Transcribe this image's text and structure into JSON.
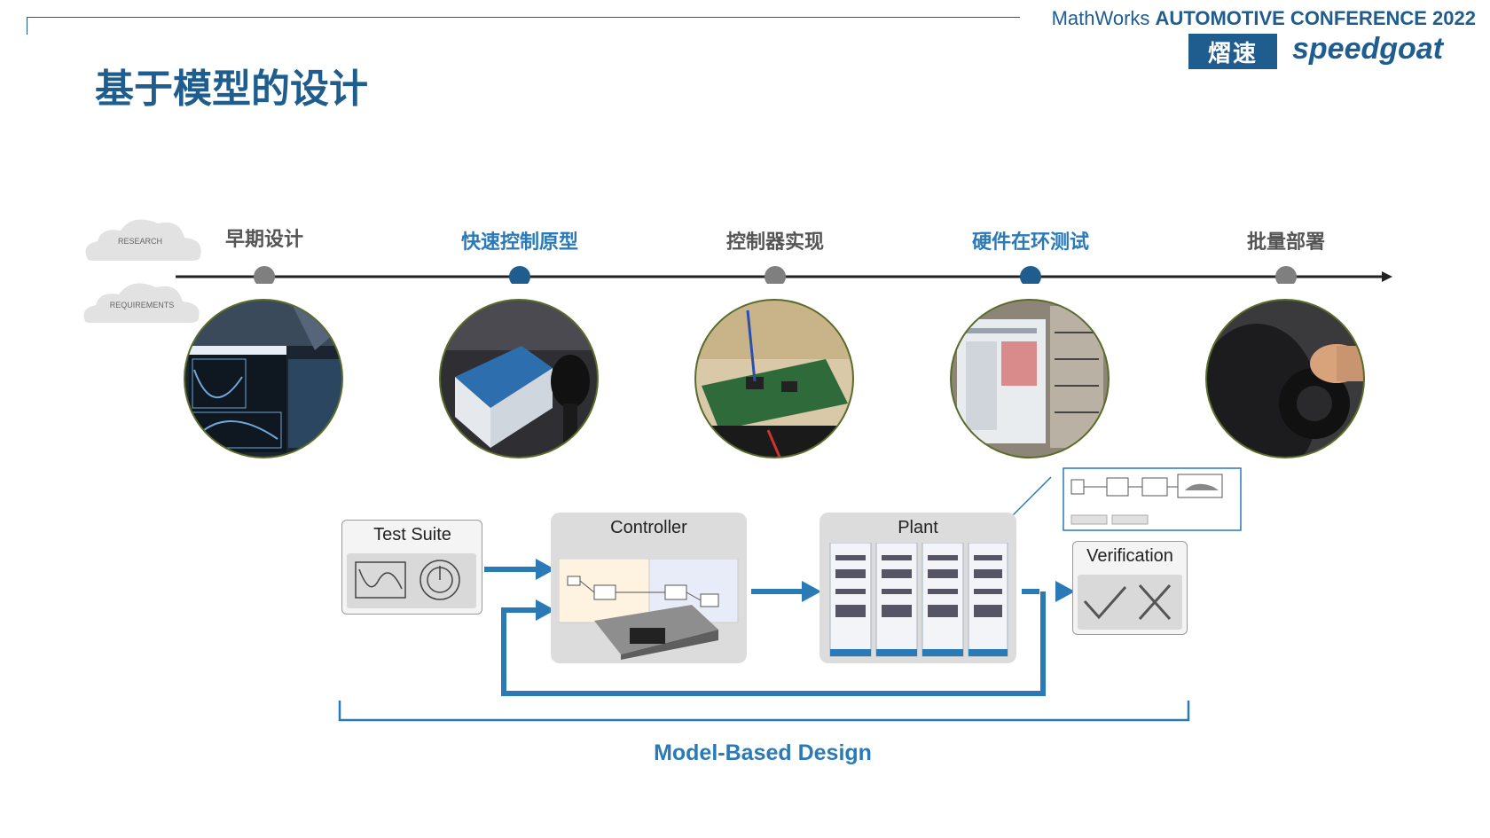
{
  "header": {
    "conference_prefix": "MathWorks",
    "conference_name": "AUTOMOTIVE CONFERENCE 2022",
    "partner_cn": "熠速",
    "partner_en": "speedgoat"
  },
  "page_title": "基于模型的设计",
  "clouds": [
    "RESEARCH",
    "REQUIREMENTS"
  ],
  "stages": [
    {
      "label": "早期设计",
      "highlight": false
    },
    {
      "label": "快速控制原型",
      "highlight": true
    },
    {
      "label": "控制器实现",
      "highlight": false
    },
    {
      "label": "硬件在环测试",
      "highlight": true
    },
    {
      "label": "批量部署",
      "highlight": false
    }
  ],
  "boxes": {
    "test_suite": "Test Suite",
    "controller": "Controller",
    "plant": "Plant",
    "verification": "Verification"
  },
  "footer_label": "Model-Based Design",
  "colors": {
    "brand": "#1f5d8f",
    "accent": "#2a7ab8",
    "timeline": "#222222",
    "dot_grey": "#7f7f7f",
    "dot_blue": "#1f5d8f"
  }
}
